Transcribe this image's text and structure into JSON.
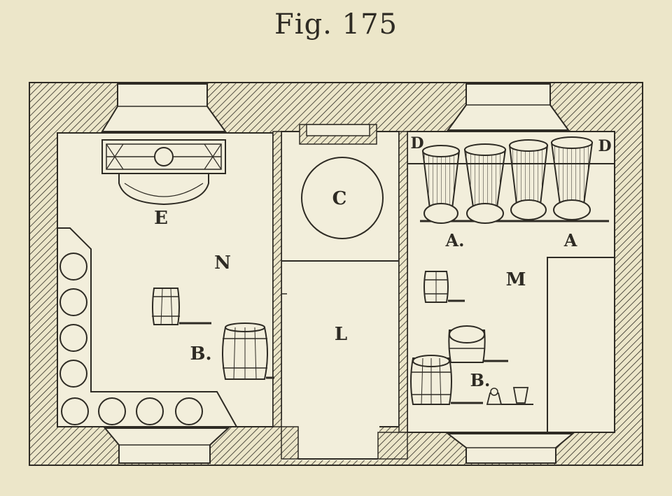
{
  "figure": {
    "title": "Fig. 175"
  },
  "labels": {
    "E": "E",
    "N": "N",
    "B_left": "B.",
    "C": "C",
    "L": "L",
    "D_left": "D",
    "D_right": "D",
    "A_left": "A.",
    "A_right": "A",
    "M": "M",
    "B_right": "B."
  },
  "colors": {
    "paper": "#ece6c9",
    "ink": "#2e2b24",
    "room_fill": "#f2eedb"
  }
}
